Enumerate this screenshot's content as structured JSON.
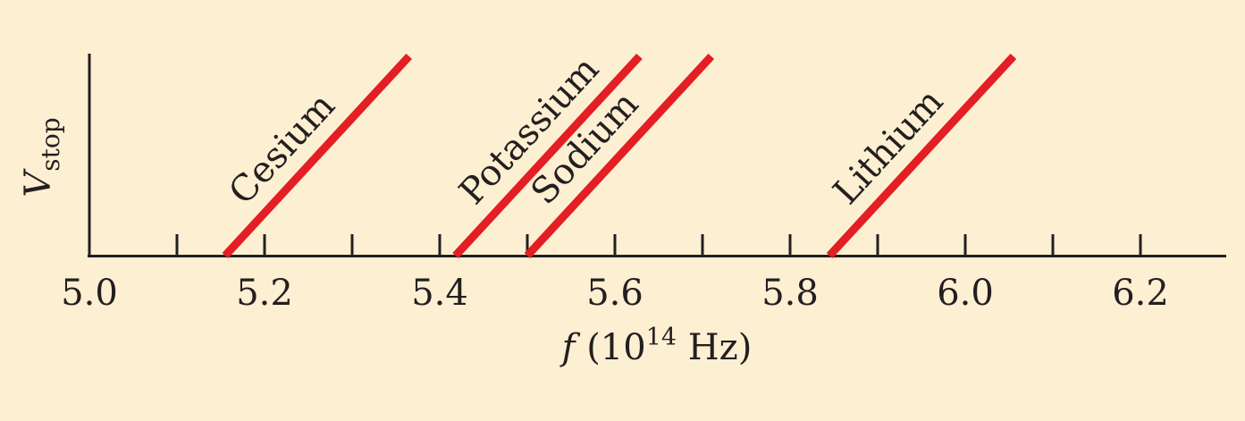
{
  "chart_data": {
    "type": "line",
    "xlabel": {
      "var": "f",
      "pre": "(10",
      "exp": "14",
      "post": " Hz)"
    },
    "ylabel": {
      "var": "V",
      "sub": "stop"
    },
    "xlim": [
      5.0,
      6.3
    ],
    "ylim": [
      0,
      1
    ],
    "x_tick_labels": [
      "5.0",
      "5.2",
      "5.4",
      "5.6",
      "5.8",
      "6.0",
      "6.2"
    ],
    "x_ticks_major": [
      5.0,
      5.2,
      5.4,
      5.6,
      5.8,
      6.0,
      6.2
    ],
    "x_ticks_minor": [
      5.1,
      5.3,
      5.5,
      5.7,
      5.9,
      6.1
    ],
    "grid": false,
    "line_color": "#e31e24",
    "series": [
      {
        "name": "Cesium",
        "x": [
          5.155,
          5.365
        ],
        "y": [
          0,
          1
        ]
      },
      {
        "name": "Potassium",
        "x": [
          5.418,
          5.628
        ],
        "y": [
          0,
          1
        ]
      },
      {
        "name": "Sodium",
        "x": [
          5.5,
          5.71
        ],
        "y": [
          0,
          1
        ]
      },
      {
        "name": "Lithium",
        "x": [
          5.845,
          6.055
        ],
        "y": [
          0,
          1
        ]
      }
    ]
  }
}
